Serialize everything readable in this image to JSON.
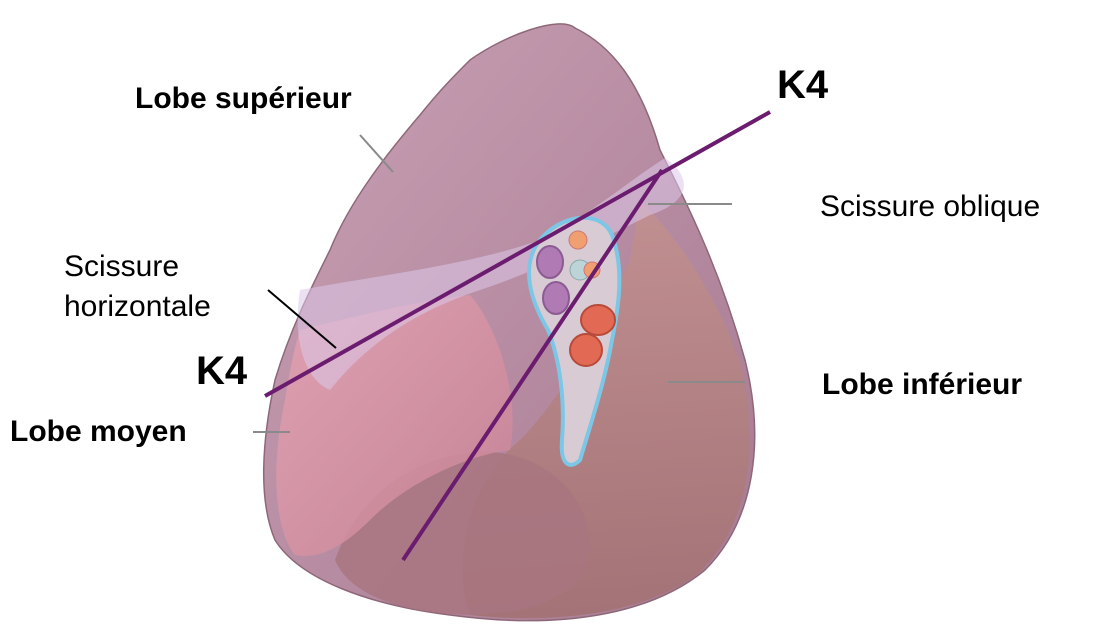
{
  "labels": {
    "lobe_superieur": "Lobe supérieur",
    "k4_top": "K4",
    "scissure_oblique": "Scissure oblique",
    "scissure_horizontale_line1": "Scissure",
    "scissure_horizontale_line2": "horizontale",
    "k4_left": "K4",
    "lobe_moyen": "Lobe moyen",
    "lobe_inferieur": "Lobe inférieur"
  },
  "colors": {
    "k4_line": "#6b1c6f",
    "lung_base": "#b77b8e",
    "lung_light": "#c99aac",
    "fissure_overlay": "#d9c4e3",
    "hilum_outline": "#7cc7e6",
    "artery": "#e26a55",
    "vein": "#b07ab4",
    "leader_line": "#8a8a8a"
  }
}
